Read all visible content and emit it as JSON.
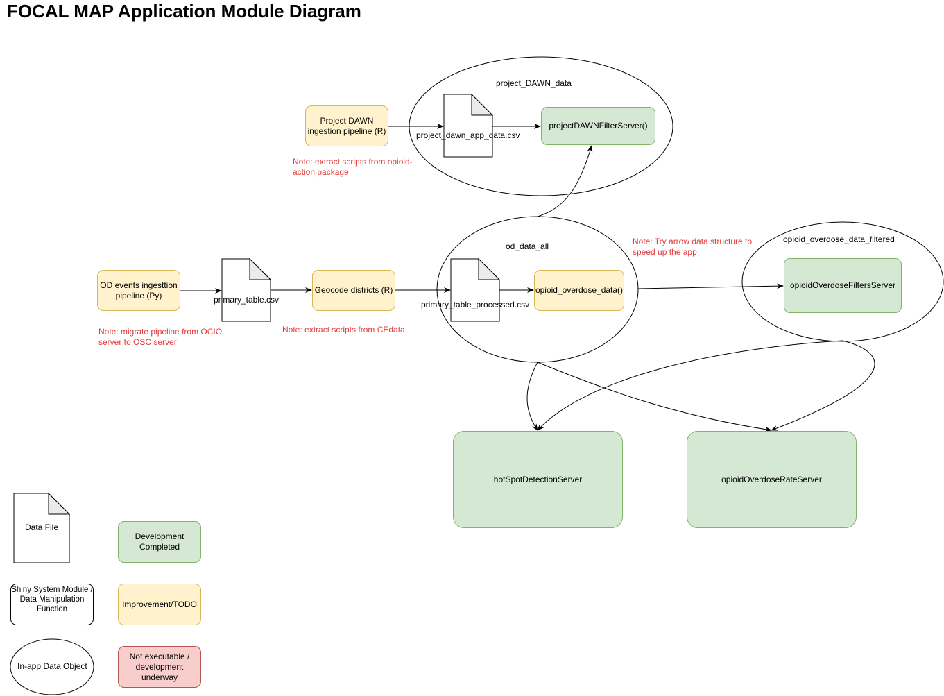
{
  "title": "FOCAL MAP Application Module Diagram",
  "groups": {
    "project_dawn": "project_DAWN_data",
    "od_data_all": "od_data_all",
    "opioid_filtered": "opioid_overdose_data_filtered"
  },
  "nodes": {
    "dawn_pipeline": "Project DAWN ingestion pipeline (R)",
    "dawn_csv": "project_dawn_app_data.csv",
    "dawn_filter_server": "projectDAWNFilterServer()",
    "od_pipeline": "OD events ingesttion pipeline (Py)",
    "primary_table_csv": "primary_table.csv",
    "geocode": "Geocode districts (R)",
    "primary_processed_csv": "primary_table_processed.csv",
    "opioid_overdose_data": "opioid_overdose_data()",
    "opioid_filters_server": "opioidOverdoseFiltersServer",
    "hotspot_server": "hotSpotDetectionServer",
    "rate_server": "opioidOverdoseRateServer"
  },
  "notes": {
    "dawn_note": "Note: extract scripts from opioid-action package",
    "od_note": "Note: migrate pipeline from OCIO server to OSC server",
    "geocode_note": "Note: extract scripts from CEdata",
    "arrow_note": "Note: Try arrow data structure to speed up the app"
  },
  "legend": {
    "data_file": "Data File",
    "module": "Shiny System Module / Data Manipulation Function",
    "data_object": "In-app Data Object",
    "completed": "Development Completed",
    "todo": "Improvement/TODO",
    "not_executable": "Not executable / development underway"
  },
  "colors": {
    "green_fill": "#d5e8d4",
    "green_border": "#82b366",
    "yellow_fill": "#fff2cc",
    "yellow_border": "#d6b656",
    "red_fill": "#f8cecc",
    "red_border": "#b85450",
    "note_text": "#e13b3b"
  },
  "icons": {
    "data_file": "document-page-icon"
  }
}
